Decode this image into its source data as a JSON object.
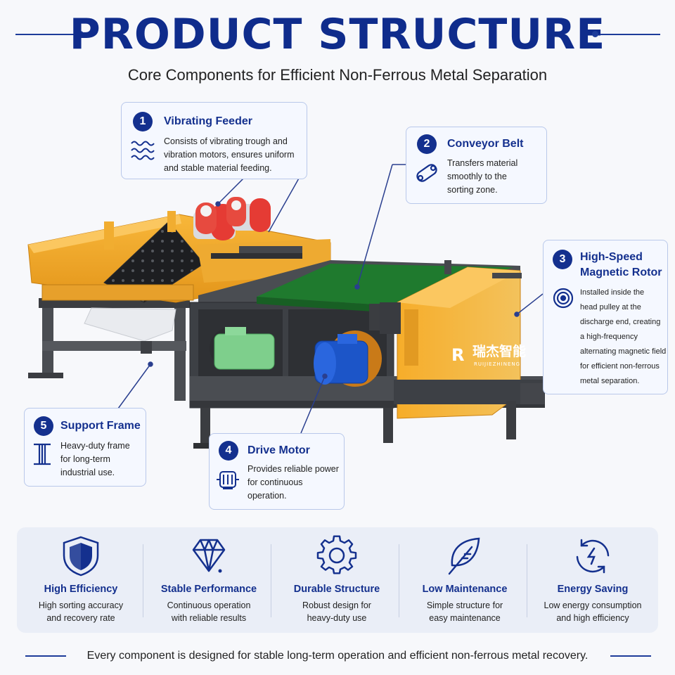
{
  "header": {
    "title": "PRODUCT STRUCTURE",
    "subtitle": "Core Components for Efficient Non-Ferrous Metal Separation"
  },
  "colors": {
    "accent": "#14308e",
    "machine_orange": "#f2a623",
    "frame_gray": "#4a4d52",
    "belt_green": "#1f7a2e",
    "motor_blue": "#1c55c8",
    "motor_green": "#7ecf8c",
    "vibrator_red": "#e53b34"
  },
  "machine": {
    "logo_text": "瑞杰智能",
    "logo_subtext": "RUIJIEZHINENG"
  },
  "components": [
    {
      "number": "1",
      "title": "Vibrating Feeder",
      "icon": "waves-icon",
      "lines": [
        "Consists of vibrating trough and",
        "vibration motors, ensures uniform",
        "and stable material feeding."
      ]
    },
    {
      "number": "2",
      "title": "Conveyor Belt",
      "icon": "belt-icon",
      "lines": [
        "Transfers material",
        "smoothly to the",
        "sorting zone."
      ]
    },
    {
      "number": "3",
      "title_lines": [
        "High-Speed",
        "Magnetic Rotor"
      ],
      "icon": "rotor-icon",
      "lines": [
        "Installed inside the",
        "head pulley at the",
        "discharge end, creating",
        "a high-frequency",
        "alternating magnetic field",
        "for efficient non-ferrous",
        "metal separation."
      ]
    },
    {
      "number": "4",
      "title": "Drive Motor",
      "icon": "motor-icon",
      "lines": [
        "Provides reliable power",
        "for continuous",
        "operation."
      ]
    },
    {
      "number": "5",
      "title": "Support Frame",
      "icon": "i-beam-icon",
      "lines": [
        "Heavy-duty frame",
        "for long-term",
        "industrial use."
      ]
    }
  ],
  "features": [
    {
      "icon": "shield-icon",
      "title": "High Efficiency",
      "lines": [
        "High sorting accuracy",
        "and recovery rate"
      ]
    },
    {
      "icon": "diamond-icon",
      "title": "Stable Performance",
      "lines": [
        "Continuous operation",
        "with reliable results"
      ]
    },
    {
      "icon": "gear-icon",
      "title": "Durable Structure",
      "lines": [
        "Robust design for",
        "heavy-duty use"
      ]
    },
    {
      "icon": "leaf-icon",
      "title": "Low Maintenance",
      "lines": [
        "Simple structure for",
        "easy maintenance"
      ]
    },
    {
      "icon": "cycle-icon",
      "title": "Energy Saving",
      "lines": [
        "Low energy consumption",
        "and high efficiency"
      ]
    }
  ],
  "footer": "Every component is designed for stable long-term operation and efficient non-ferrous metal recovery."
}
